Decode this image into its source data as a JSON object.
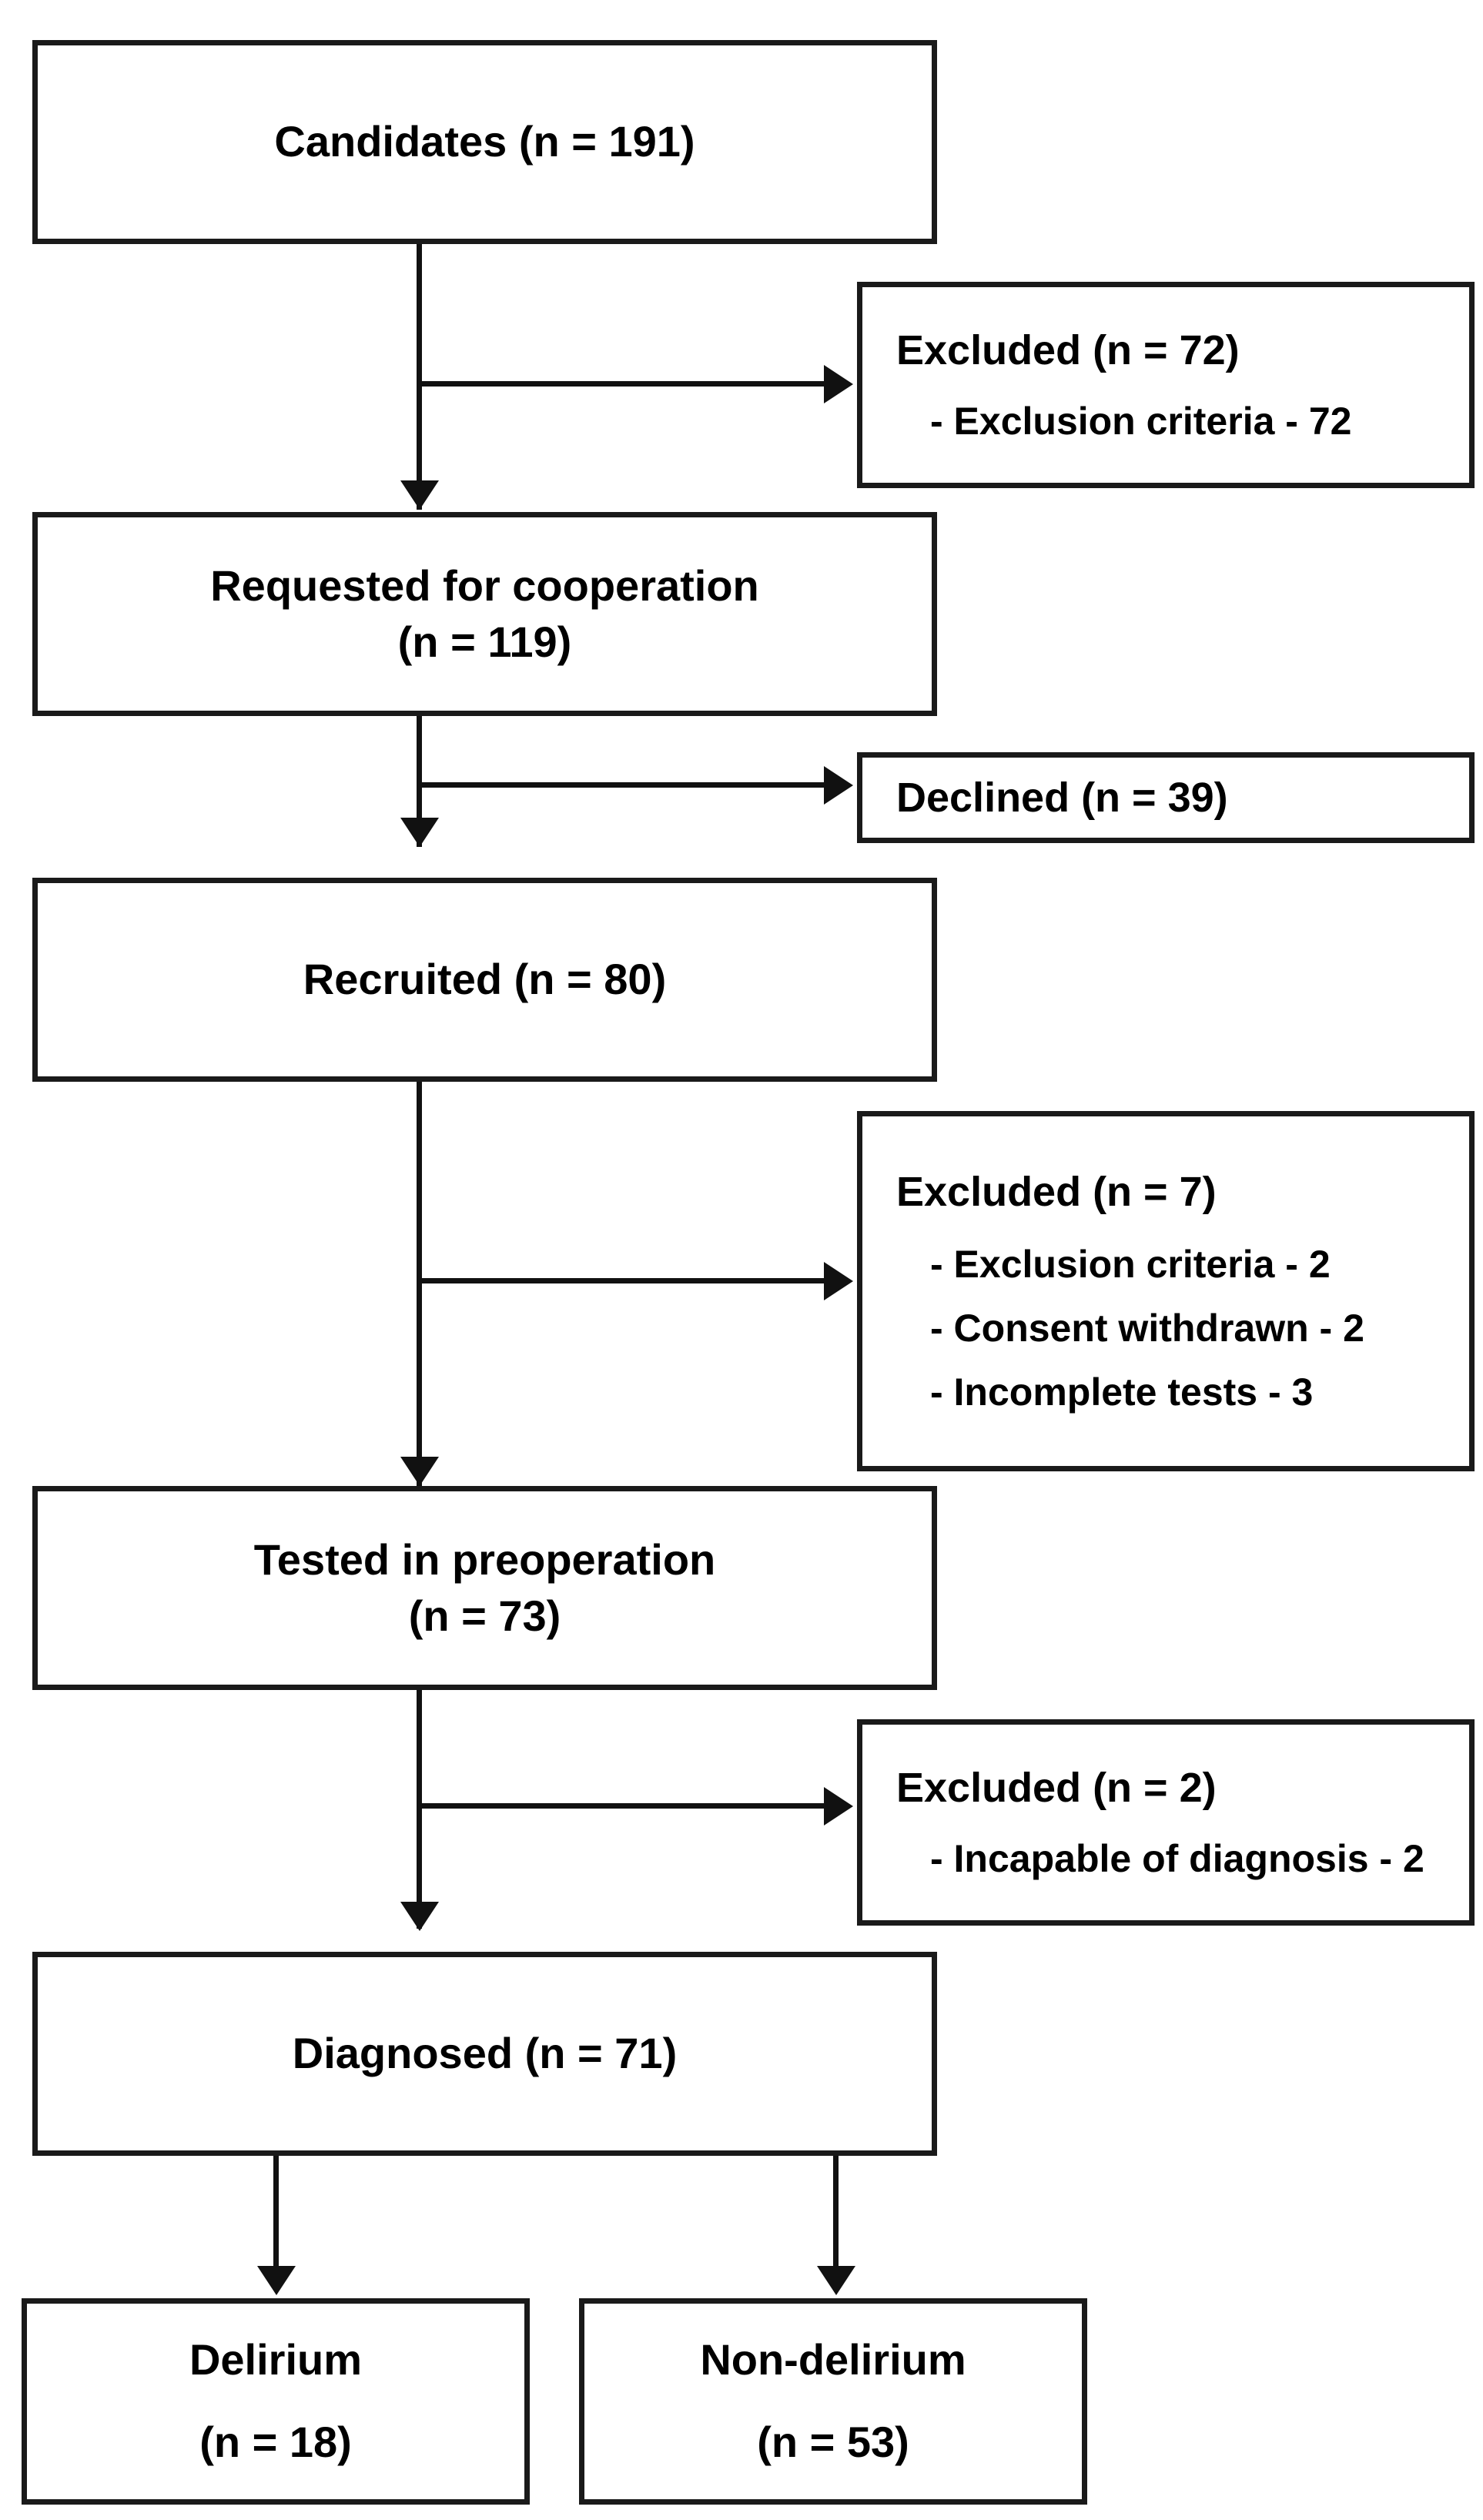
{
  "chart_data": {
    "type": "diagram",
    "title": "Participant flow diagram (CONSORT-style)",
    "nodes": [
      {
        "id": "candidates",
        "label": "Candidates (n = 191)",
        "n": 191
      },
      {
        "id": "excluded72",
        "label": "Excluded (n = 72)",
        "n": 72,
        "items": [
          "- Exclusion criteria - 72"
        ]
      },
      {
        "id": "requested",
        "label": "Requested for cooperation",
        "label2": "(n = 119)",
        "n": 119
      },
      {
        "id": "declined39",
        "label": "Declined (n = 39)",
        "n": 39
      },
      {
        "id": "recruited",
        "label": "Recruited (n = 80)",
        "n": 80
      },
      {
        "id": "excluded7",
        "label": "Excluded (n = 7)",
        "n": 7,
        "items": [
          "- Exclusion criteria - 2",
          "- Consent withdrawn - 2",
          "- Incomplete tests - 3"
        ]
      },
      {
        "id": "tested",
        "label": "Tested in preoperation",
        "label2": "(n =  73)",
        "n": 73
      },
      {
        "id": "excluded2",
        "label": "Excluded (n = 2)",
        "n": 2,
        "items": [
          "- Incapable of diagnosis - 2"
        ]
      },
      {
        "id": "diagnosed",
        "label": "Diagnosed (n = 71)",
        "n": 71
      },
      {
        "id": "delirium",
        "label": "Delirium",
        "label2": "(n = 18)",
        "n": 18
      },
      {
        "id": "nondelirium",
        "label": "Non-delirium",
        "label2": "(n = 53)",
        "n": 53
      }
    ],
    "edges": [
      {
        "from": "candidates",
        "to": "excluded72"
      },
      {
        "from": "candidates",
        "to": "requested"
      },
      {
        "from": "requested",
        "to": "declined39"
      },
      {
        "from": "requested",
        "to": "recruited"
      },
      {
        "from": "recruited",
        "to": "excluded7"
      },
      {
        "from": "recruited",
        "to": "tested"
      },
      {
        "from": "tested",
        "to": "excluded2"
      },
      {
        "from": "tested",
        "to": "diagnosed"
      },
      {
        "from": "diagnosed",
        "to": "delirium"
      },
      {
        "from": "diagnosed",
        "to": "nondelirium"
      }
    ],
    "colors": {
      "stroke": "#111111",
      "box_border": "#1a1a1a",
      "background": "#ffffff",
      "text": "#000000"
    }
  },
  "flowchart": {
    "candidates": {
      "line1": "Candidates (n = 191)"
    },
    "excluded_72": {
      "title": "Excluded (n = 72)",
      "item1": "- Exclusion criteria - 72"
    },
    "requested": {
      "line1": "Requested for cooperation",
      "line2": "(n = 119)"
    },
    "declined_39": {
      "title": "Declined (n = 39)"
    },
    "recruited": {
      "line1": "Recruited (n = 80)"
    },
    "excluded_7": {
      "title": "Excluded (n = 7)",
      "item1": "- Exclusion criteria - 2",
      "item2": "- Consent withdrawn - 2",
      "item3": "- Incomplete tests - 3"
    },
    "tested": {
      "line1": "Tested in preoperation",
      "line2": "(n =  73)"
    },
    "excluded_2": {
      "title": "Excluded (n = 2)",
      "item1": "- Incapable of diagnosis - 2"
    },
    "diagnosed": {
      "line1": "Diagnosed (n = 71)"
    },
    "delirium": {
      "line1": "Delirium",
      "line2": "(n = 18)"
    },
    "nondelirium": {
      "line1": "Non-delirium",
      "line2": "(n = 53)"
    }
  }
}
